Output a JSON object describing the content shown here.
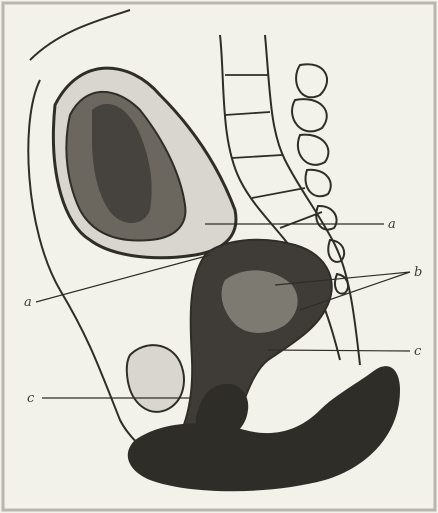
{
  "figure": {
    "labels": [
      {
        "id": "a-upper",
        "text": "a"
      },
      {
        "id": "a-left",
        "text": "a"
      },
      {
        "id": "b-right",
        "text": "b"
      },
      {
        "id": "c-right",
        "text": "c"
      },
      {
        "id": "c-left",
        "text": "c"
      }
    ],
    "colors": {
      "paper": "#f3f2ea",
      "ink": "#2f2d28",
      "dark_fill": "#3f3c37",
      "mid_fill": "#6b675f",
      "light_fill": "#d8d6ce"
    }
  }
}
